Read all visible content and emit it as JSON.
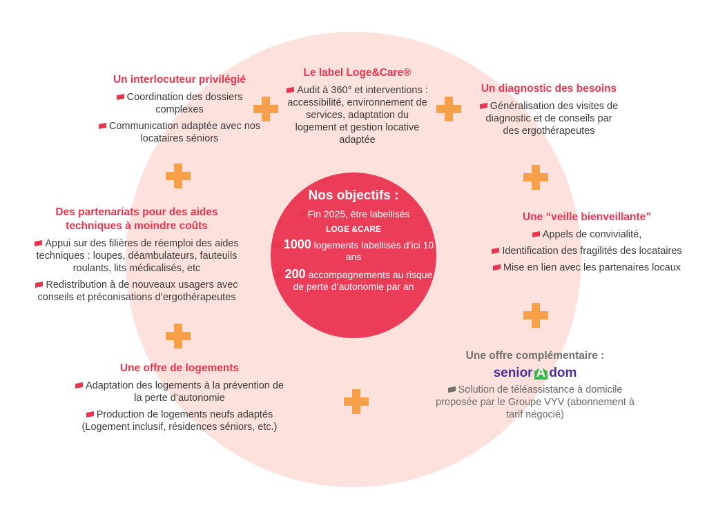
{
  "center": {
    "title": "Nos objectifs :",
    "items": [
      {
        "strong": "",
        "text": "Fin 2025, être labellisés"
      },
      {
        "strong": "1000",
        "text": " logements labellisés d’ici 10 ans"
      },
      {
        "strong": "200",
        "text": " accompagnements au risque de perte d’autonomie par an"
      }
    ],
    "logo": "LOGE &CARE"
  },
  "blocks": [
    {
      "title": "Un interlocuteur privilégié",
      "items": [
        "Coordination des dossiers complexes",
        "Communication adaptée avec nos locataires séniors"
      ]
    },
    {
      "title": "Le label Loge&Care®",
      "items": [
        "Audit à 360° et interventions : accessibilité, environnement de services, adaptation du logement et gestion locative adaptée"
      ]
    },
    {
      "title": "Un diagnostic des besoins",
      "items": [
        "Généralisation des visites de diagnostic et de conseils par des ergothérapeutes"
      ]
    },
    {
      "title": "Des partenariats pour des aides techniques à moindre coûts",
      "items": [
        "Appui sur des filières de réemploi des aides techniques : loupes, déambulateurs, fauteuils roulants, lits médicalisés, etc",
        "Redistribution à de nouveaux usagers avec conseils et préconisations d’ergothérapeutes"
      ]
    },
    {
      "title": "Une “veille bienveillante”",
      "items": [
        "Appels de convivialité,",
        "Identification des fragilités des locataires",
        "Mise en lien avec les partenaires locaux"
      ]
    },
    {
      "title": "Une offre de logements",
      "items": [
        "Adaptation des logements à la prévention de la perte d’autonomie",
        "Production de logements neufs adaptés (Logement inclusif, résidences séniors, etc.)"
      ]
    },
    {
      "title": "Une offre complémentaire :",
      "items": [
        "Solution de téléassistance à domicile proposée par le Groupe VYV (abonnement à tarif négocié)"
      ],
      "brand": {
        "a": "senior",
        "b": "A",
        "c": "dom"
      }
    }
  ]
}
